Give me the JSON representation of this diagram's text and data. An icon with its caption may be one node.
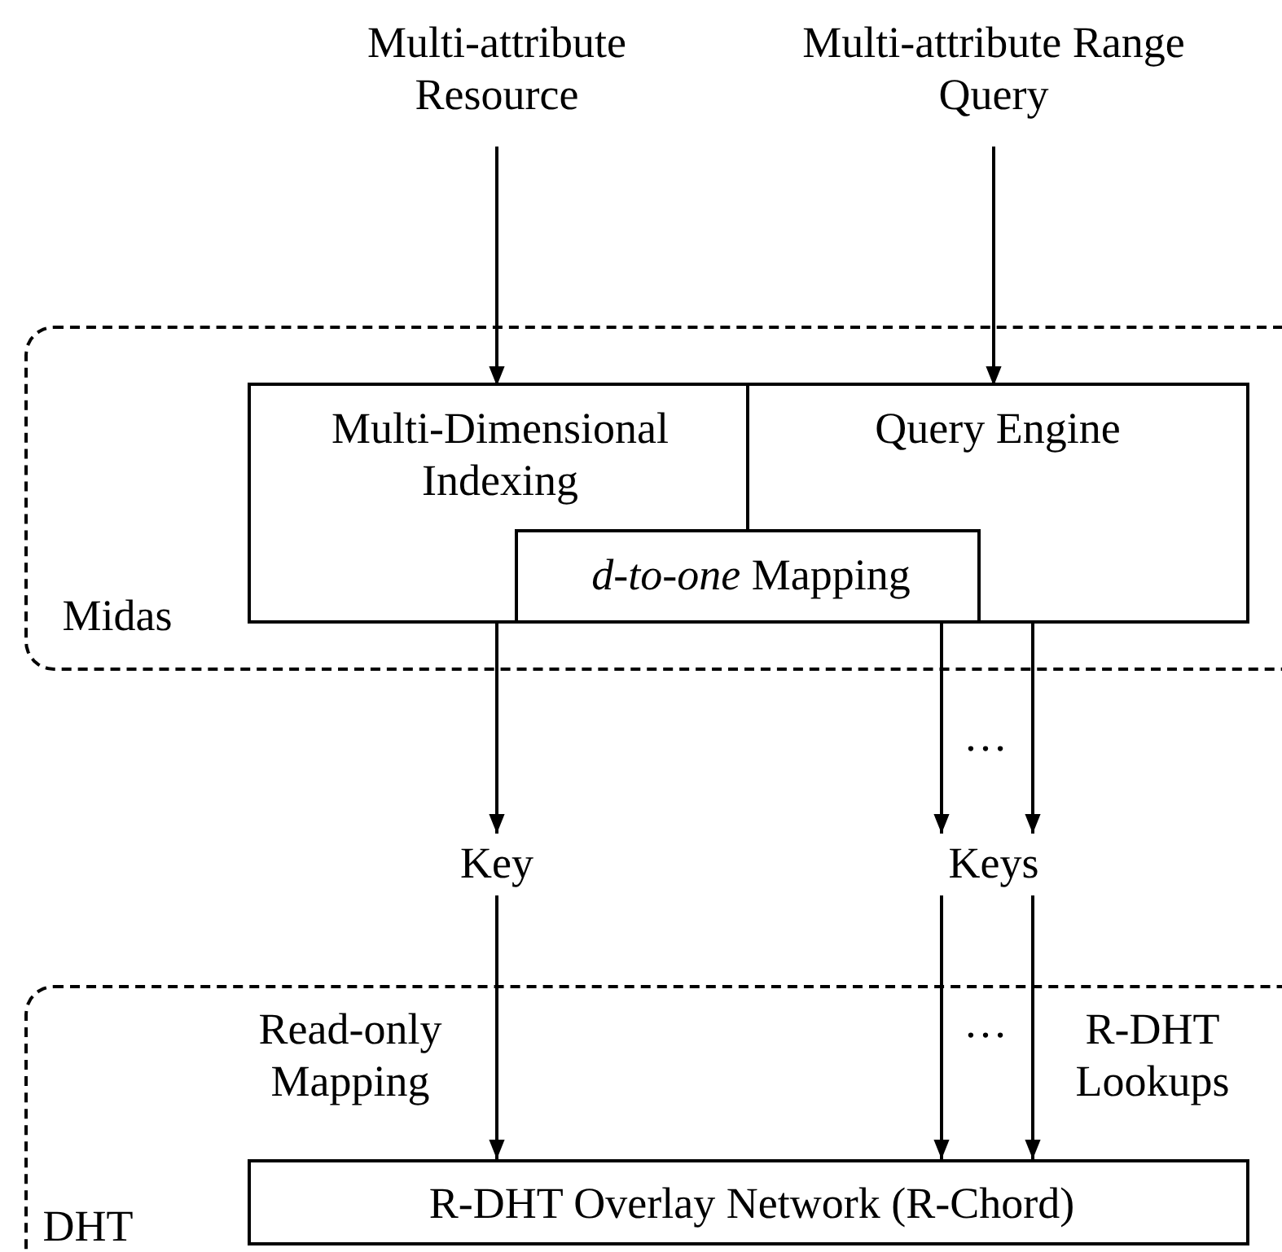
{
  "diagram": {
    "nodes": [
      {
        "text": [
          "Multi-attribute Resource"
        ]
      },
      {
        "text": [
          "Multi-attribute Range Query"
        ]
      },
      {
        "text": [
          "Midas"
        ]
      },
      {
        "text": [],
        "shape": "box",
        "in": 2
      },
      {
        "text": [
          "Multi-Dimensional Indexing"
        ],
        "in": 3
      },
      {
        "text": [
          "Query Engine"
        ],
        "in": 3
      },
      {
        "text": [
          "*d-to-one* Mapping"
        ],
        "in": 3
      },
      {
        "text": [
          "Key"
        ]
      },
      {
        "text": [
          "Keys"
        ]
      },
      {
        "text": [
          "DHT"
        ]
      },
      {
        "text": [
          "R-DHT Overlay Network (R-Chord)"
        ],
        "in": 9
      }
    ],
    "edges": [
      {
        "from": 0,
        "to": 4,
        "arrow": "to"
      },
      {
        "from": 1,
        "to": 5,
        "arrow": "to"
      },
      {
        "from": 3,
        "to": 7,
        "arrow": "to"
      },
      {
        "from": 6,
        "to": 8,
        "arrow": "to"
      },
      {
        "from": 3,
        "to": 8,
        "arrow": "to"
      },
      {
        "from": 7,
        "to": 10,
        "arrow": "to",
        "label": "Read-only Mapping"
      },
      {
        "from": 8,
        "to": 10,
        "arrow": "to"
      },
      {
        "from": 8,
        "to": 10,
        "arrow": "to",
        "label": "R-DHT Lookups"
      }
    ],
    "labels": [
      "…",
      "…"
    ]
  }
}
